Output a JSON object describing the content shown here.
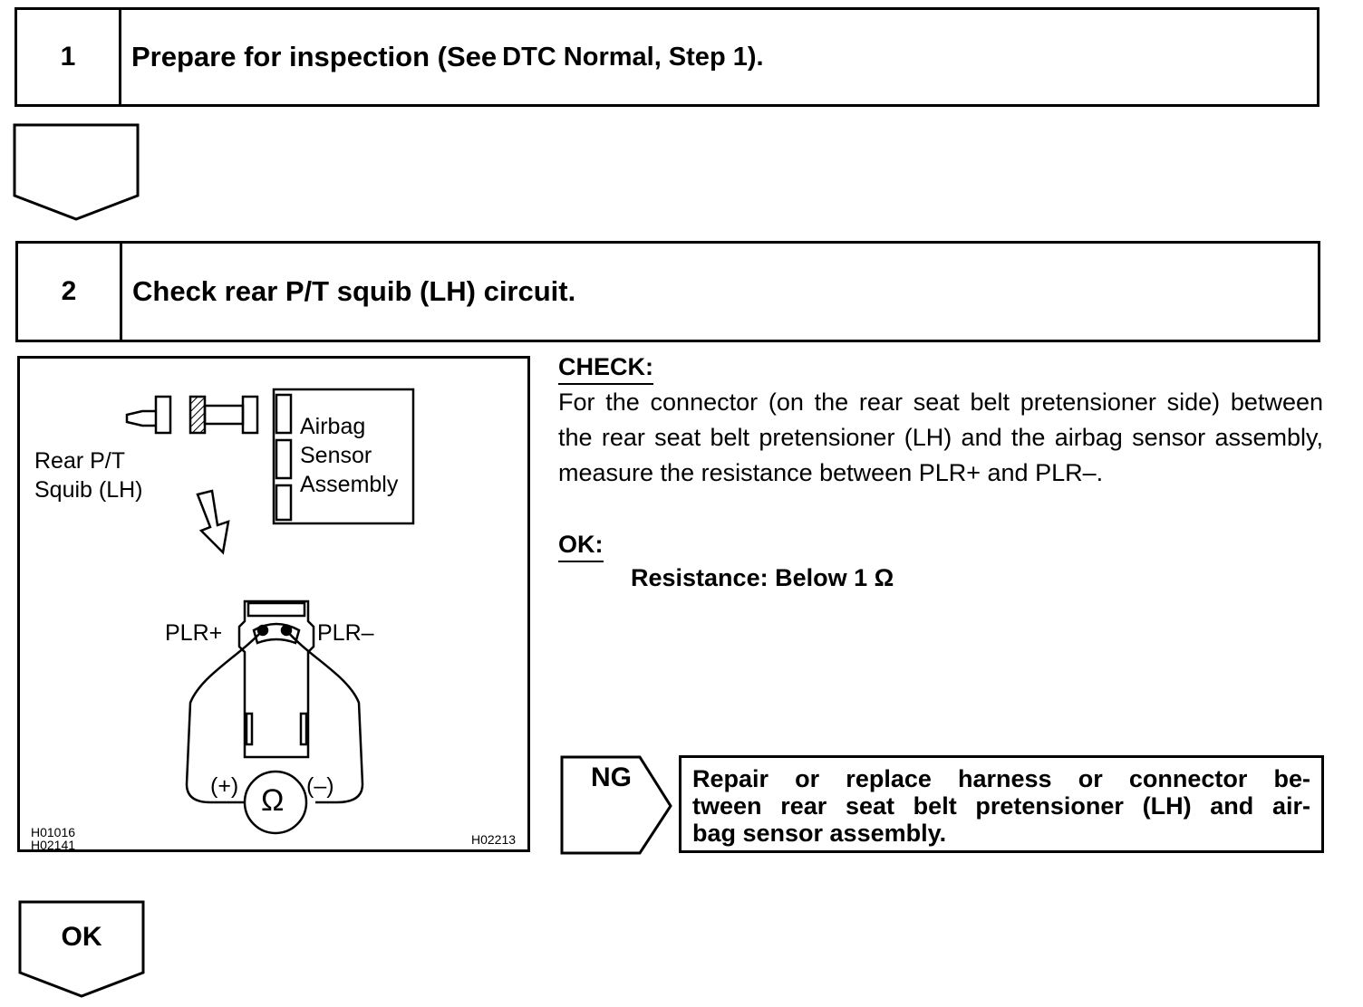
{
  "step1": {
    "number": "1",
    "title": "Prepare for inspection (See",
    "title_ref": "DTC Normal, Step 1)."
  },
  "step2": {
    "number": "2",
    "title": "Check rear P/T squib (LH) circuit."
  },
  "figure": {
    "squib_label_line1": "Rear P/T",
    "squib_label_line2": "Squib (LH)",
    "sensor_label_line1": "Airbag",
    "sensor_label_line2": "Sensor",
    "sensor_label_line3": "Assembly",
    "terminal_plus": "PLR+",
    "terminal_minus": "PLR–",
    "probe_plus": "(+)",
    "probe_minus": "(–)",
    "meter_symbol": "Ω",
    "code_left_1": "H01016",
    "code_left_2": "H02141",
    "code_right": "H02213"
  },
  "check": {
    "heading": "CHECK:",
    "body": "For the connector (on the rear seat belt pretensioner side) between the rear seat belt pretensioner (LH) and the airbag sensor assembly, measure the resistance between PLR+ and PLR–.",
    "ok_heading": "OK:",
    "spec": "Resistance: Below 1 Ω"
  },
  "ng": {
    "label": "NG",
    "line1": "Repair or replace harness or connector be-",
    "line2": "tween rear seat belt pretensioner (LH) and air-",
    "line3": "bag sensor assembly."
  },
  "ok_arrow": {
    "label": "OK"
  }
}
